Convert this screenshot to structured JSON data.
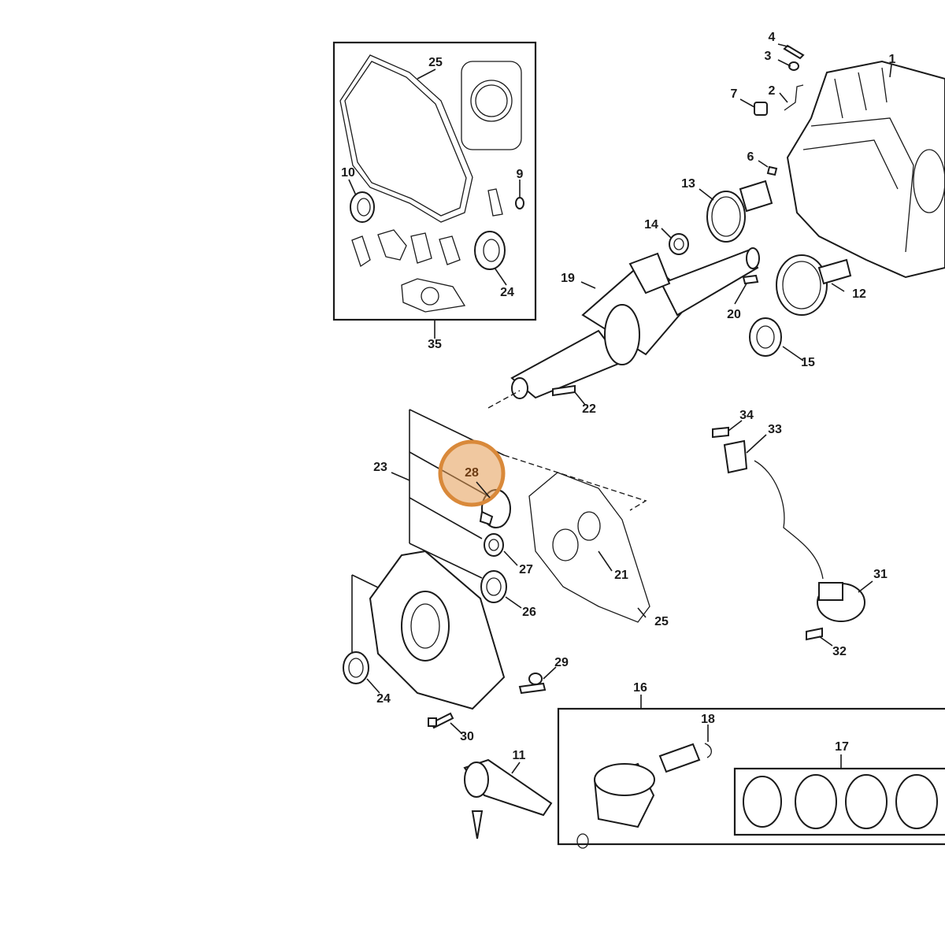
{
  "diagram": {
    "highlight": {
      "label": "28",
      "color": "#d9893a"
    },
    "callouts": {
      "p1": "1",
      "p2": "2",
      "p3": "3",
      "p4": "4",
      "p6": "6",
      "p7": "7",
      "p9": "9",
      "p10": "10",
      "p11": "11",
      "p12": "12",
      "p13": "13",
      "p14": "14",
      "p15": "15",
      "p16": "16",
      "p17": "17",
      "p18": "18",
      "p19": "19",
      "p20": "20",
      "p21": "21",
      "p22": "22",
      "p23": "23",
      "p24a": "24",
      "p24b": "24",
      "p25a": "25",
      "p25b": "25",
      "p26": "26",
      "p27": "27",
      "p29": "29",
      "p30": "30",
      "p31": "31",
      "p32": "32",
      "p33": "33",
      "p34": "34",
      "p35": "35"
    }
  }
}
